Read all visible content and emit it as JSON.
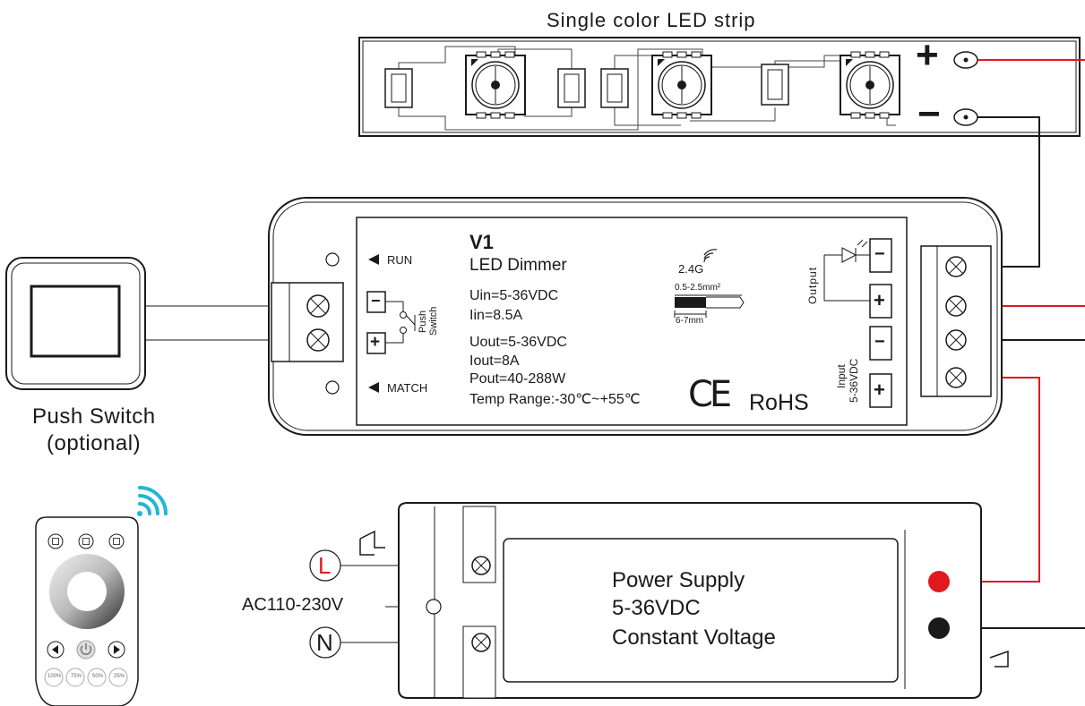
{
  "led_strip": {
    "title": "Single color LED strip",
    "plus": "+",
    "minus": "−"
  },
  "dimmer": {
    "model": "V1",
    "name": "LED Dimmer",
    "uin": "Uin=5-36VDC",
    "iin": "Iin=8.5A",
    "uout": "Uout=5-36VDC",
    "iout": "Iout=8A",
    "pout": "Pout=40-288W",
    "temp": "Temp Range:-30℃~+55℃",
    "run": "RUN",
    "match": "MATCH",
    "push_switch_label": [
      "Push",
      "Switch"
    ],
    "signal": "2.4G",
    "wire_spec": "0.5-2.5mm²",
    "strip_length": "6-7mm",
    "output_label": "Output",
    "input_label": [
      "Input",
      "5-36VDC"
    ],
    "ce": "CE",
    "rohs": "RoHS",
    "minus": "−",
    "plus": "+"
  },
  "push_switch": {
    "caption": [
      "Push Switch",
      "(optional)"
    ]
  },
  "power_supply": {
    "lines": [
      "Power Supply",
      "5-36VDC",
      "Constant Voltage"
    ],
    "ac_label": "AC110-230V",
    "live": "L",
    "neutral": "N"
  },
  "remote": {
    "presets": [
      "100%",
      "75%",
      "50%",
      "25%"
    ]
  },
  "colors": {
    "positive_wire": "#e0191e",
    "negative_wire": "#1a1a1a",
    "outline": "#1a1a1a",
    "signal_icon": "#1fb6d8"
  }
}
